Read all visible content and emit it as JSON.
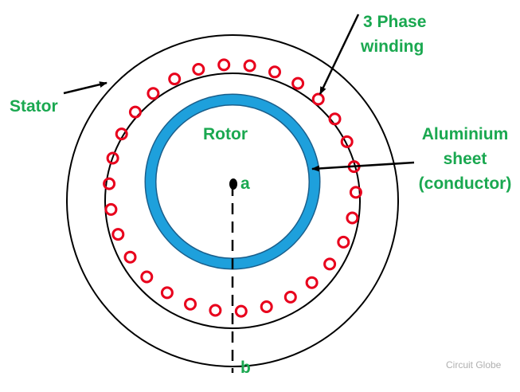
{
  "labels": {
    "winding_line1": "3 Phase",
    "winding_line2": "winding",
    "stator": "Stator",
    "rotor": "Rotor",
    "aluminium_line1": "Aluminium",
    "aluminium_line2": "sheet",
    "aluminium_line3": "(conductor)",
    "point_a": "a",
    "point_b": "b",
    "watermark": "Circuit Globe"
  },
  "colors": {
    "label_green": "#1aa850",
    "conductor_red": "#e8001c",
    "rotor_blue": "#1ea0dc",
    "rotor_outline": "#1a5f8c",
    "line_black": "#000000",
    "watermark_gray": "#b0b0b0"
  }
}
